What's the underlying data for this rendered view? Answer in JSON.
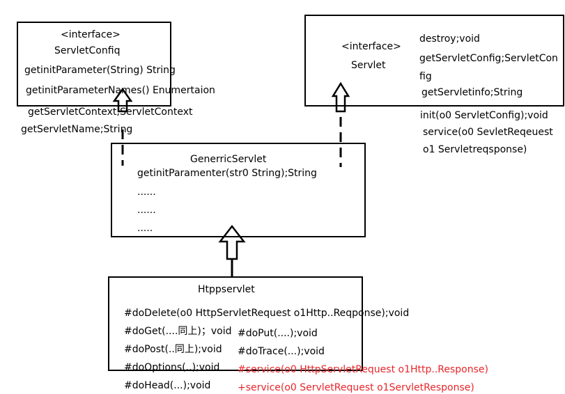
{
  "servlet_config": {
    "stereotype": "<interface>",
    "name": "ServletConfiq",
    "methods": [
      "getinitParameter(String) String",
      "getinitParameterNames() Enumertaion",
      "getServletContext;ServletContext",
      "getServletName;String"
    ]
  },
  "servlet": {
    "stereotype": "<interface>",
    "name": "Servlet",
    "methods": [
      "destroy;void",
      "getServletConfig;ServletCon",
      "fig",
      "getServletinfo;String",
      "init(o0 ServletConfig);void",
      "service(o0 SevletReqeuest",
      "o1 Servletreqsponse)"
    ]
  },
  "generic_servlet": {
    "name": "GenerricServlet",
    "methods": [
      "getinitParamenter(str0 String);String",
      "......",
      "......",
      "....."
    ]
  },
  "http_servlet": {
    "name": "Htppservlet",
    "methods": [
      "#doDelete(o0 HttpServletRequest o1Http..Reqponse);void",
      "#doGet(....同上)；void",
      "#doPut(....);void",
      "#doPost(..同上);void",
      "#doTrace(...);void",
      "#doOptions(..);void",
      "#service(o0  HttpServletRequest o1Http..Response)",
      "#doHead(...);void",
      "+service(o0 ServletRequest  o1ServletResponse)"
    ]
  },
  "colors": {
    "line": "#000000",
    "highlight": "#e8262a"
  }
}
